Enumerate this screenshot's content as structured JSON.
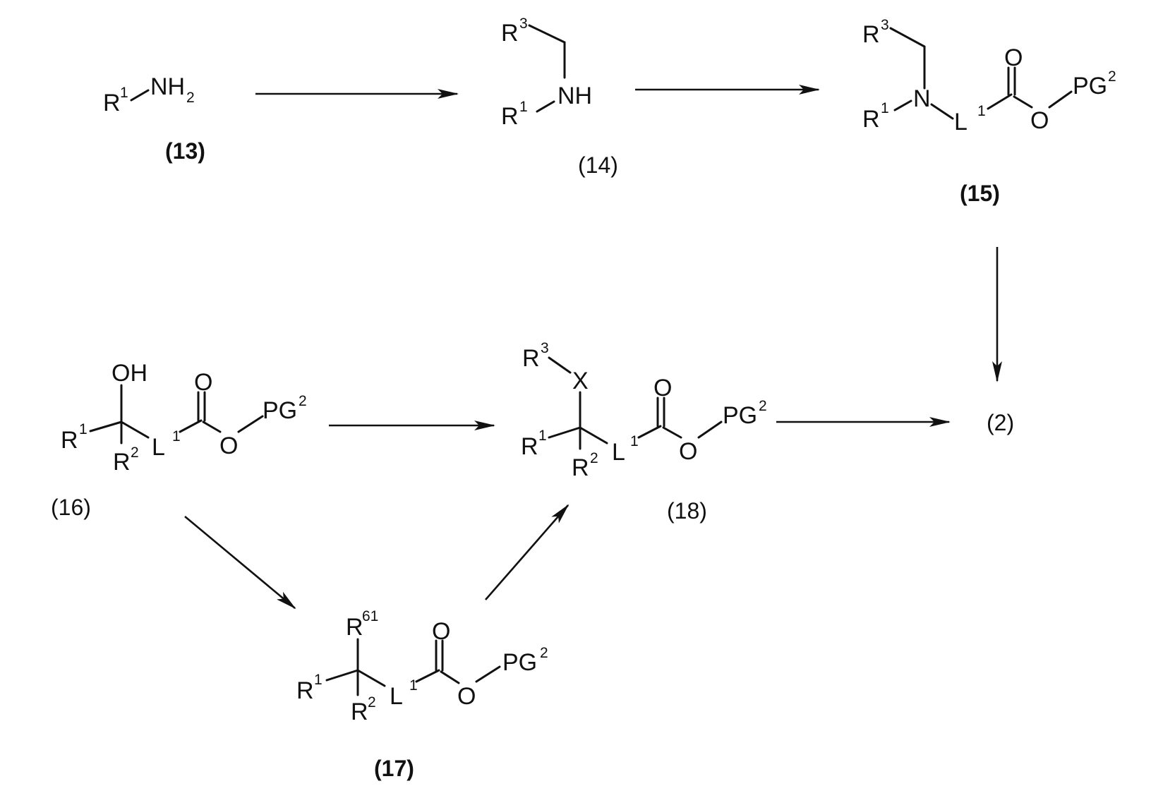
{
  "compounds": [
    {
      "id": "13",
      "label": "(13)",
      "bold": true,
      "labels": [
        "R",
        "NH"
      ],
      "sups": [
        "1"
      ],
      "subs": [
        "2"
      ]
    },
    {
      "id": "14",
      "label": "(14)",
      "bold": false,
      "labels": [
        "R",
        "NH",
        "R"
      ],
      "sups": [
        "3",
        "1"
      ]
    },
    {
      "id": "15",
      "label": "(15)",
      "bold": true,
      "labels": [
        "R",
        "R",
        "N",
        "L",
        "O",
        "O",
        "PG"
      ],
      "sups": [
        "3",
        "1",
        "1",
        "2"
      ]
    },
    {
      "id": "16",
      "label": "(16)",
      "bold": false,
      "labels": [
        "OH",
        "R",
        "R",
        "L",
        "O",
        "O",
        "PG"
      ],
      "sups": [
        "1",
        "2",
        "1",
        "2"
      ]
    },
    {
      "id": "17",
      "label": "(17)",
      "bold": true,
      "labels": [
        "R",
        "R",
        "R",
        "L",
        "O",
        "O",
        "PG"
      ],
      "sups": [
        "61",
        "1",
        "2",
        "1",
        "2"
      ]
    },
    {
      "id": "18",
      "label": "(18)",
      "bold": false,
      "labels": [
        "R",
        "X",
        "R",
        "R",
        "L",
        "O",
        "O",
        "PG"
      ],
      "sups": [
        "3",
        "1",
        "2",
        "1",
        "2"
      ]
    }
  ],
  "product": {
    "id": "2",
    "label": "(2)"
  },
  "arrows": [
    {
      "from": "13",
      "to": "14"
    },
    {
      "from": "14",
      "to": "15"
    },
    {
      "from": "15",
      "to": "2"
    },
    {
      "from": "16",
      "to": "18"
    },
    {
      "from": "18",
      "to": "2"
    },
    {
      "from": "16",
      "to": "17"
    },
    {
      "from": "17",
      "to": "18"
    }
  ]
}
